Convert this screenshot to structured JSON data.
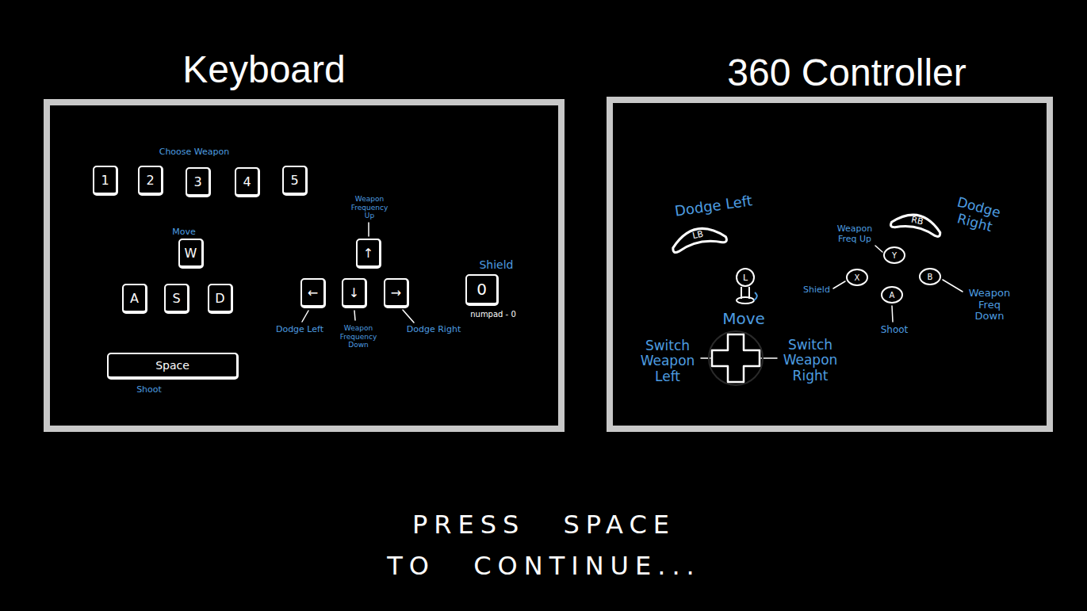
{
  "diagram": {
    "caption": "PRESS SPACE TO CONTINUE...",
    "nodes": [
      {
        "text": [
          "Keyboard"
        ]
      },
      {
        "text": [
          "1"
        ],
        "in": 0
      },
      {
        "text": [
          "2"
        ],
        "in": 0
      },
      {
        "text": [
          "3"
        ],
        "in": 0
      },
      {
        "text": [
          "4"
        ],
        "in": 0
      },
      {
        "text": [
          "5"
        ],
        "in": 0
      },
      {
        "text": [
          "W"
        ],
        "in": 0
      },
      {
        "text": [
          "A"
        ],
        "in": 0
      },
      {
        "text": [
          "S"
        ],
        "in": 0
      },
      {
        "text": [
          "D"
        ],
        "in": 0
      },
      {
        "text": [
          "↑"
        ],
        "in": 0
      },
      {
        "text": [
          "←"
        ],
        "in": 0
      },
      {
        "text": [
          "↓"
        ],
        "in": 0
      },
      {
        "text": [
          "→"
        ],
        "in": 0
      },
      {
        "text": [
          "0"
        ],
        "in": 0
      },
      {
        "text": [
          "Space"
        ],
        "in": 0
      },
      {
        "text": [
          "360 Controller"
        ]
      },
      {
        "text": [
          "LB"
        ],
        "in": 16
      },
      {
        "text": [
          "RB"
        ],
        "in": 16
      },
      {
        "text": [
          "L"
        ],
        "in": 16
      },
      {
        "text": [
          "Y"
        ],
        "in": 16
      },
      {
        "text": [
          "X"
        ],
        "in": 16
      },
      {
        "text": [
          "B"
        ],
        "in": 16
      },
      {
        "text": [
          "A"
        ],
        "in": 16
      }
    ],
    "labels": [
      "Choose Weapon",
      "Move",
      "Weapon Frequency Up",
      "Shield",
      "Dodge Left",
      "Weapon Frequency Down",
      "Dodge Right",
      "numpad - 0",
      "Shoot",
      "Dodge Left",
      "Dodge Right",
      "Weapon Freq Up",
      "Shield",
      "Weapon Freq Down",
      "Move",
      "Shoot",
      "Switch Weapon Left",
      "Switch Weapon Right"
    ]
  }
}
